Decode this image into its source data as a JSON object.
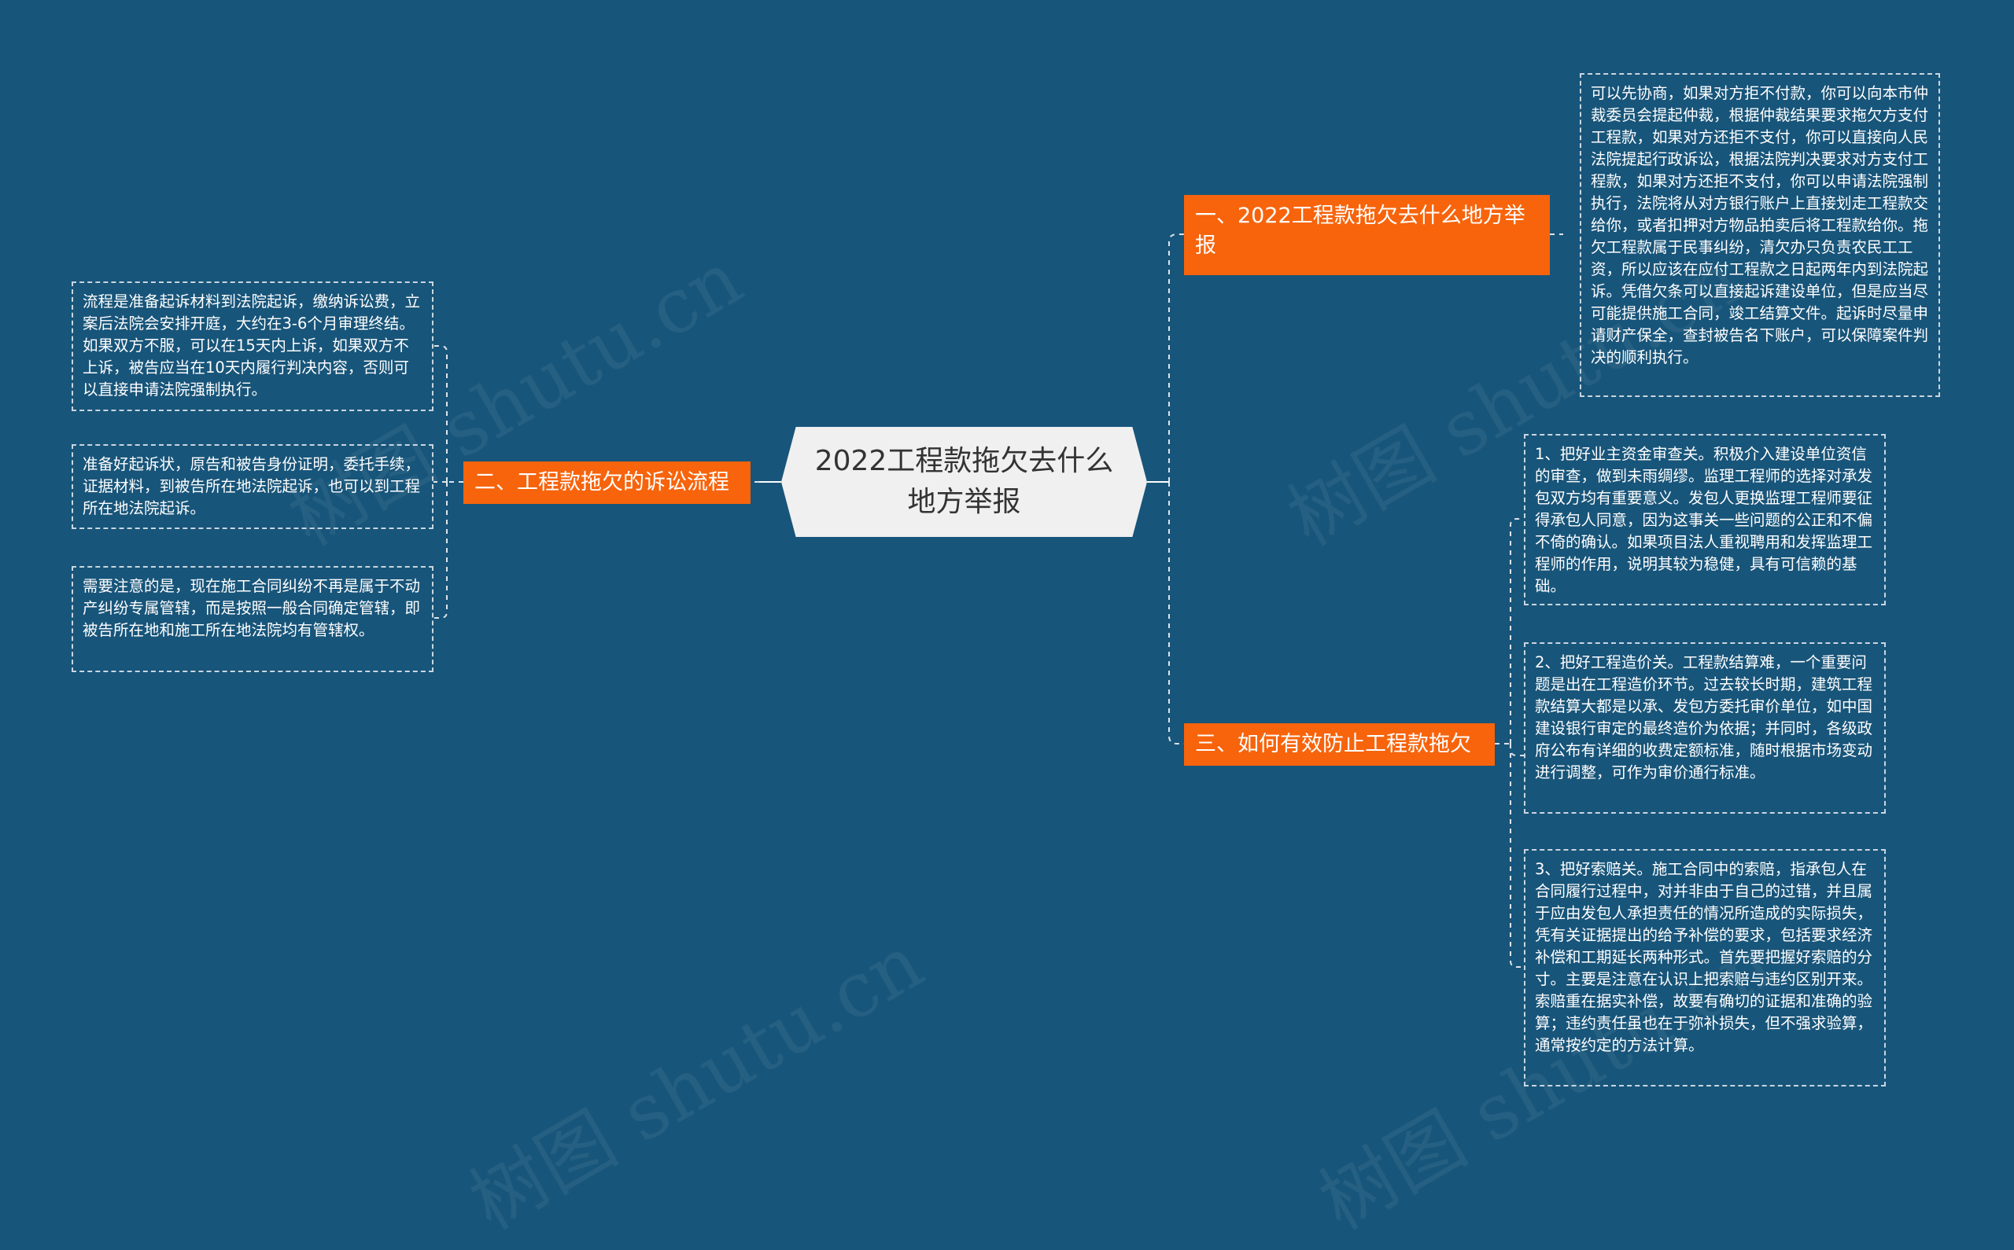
{
  "central": "2022工程款拖欠去什么地方举报",
  "watermark": "树图 shutu.cn",
  "branches": {
    "b1": {
      "label": "一、2022工程款拖欠去什么地方举报",
      "leaves": [
        "可以先协商，如果对方拒不付款，你可以向本市仲裁委员会提起仲裁，根据仲裁结果要求拖欠方支付工程款，如果对方还拒不支付，你可以直接向人民法院提起行政诉讼，根据法院判决要求对方支付工程款，如果对方还拒不支付，你可以申请法院强制执行，法院将从对方银行账户上直接划走工程款交给你，或者扣押对方物品拍卖后将工程款给你。拖欠工程款属于民事纠纷，清欠办只负责农民工工资，所以应该在应付工程款之日起两年内到法院起诉。凭借欠条可以直接起诉建设单位，但是应当尽可能提供施工合同，竣工结算文件。起诉时尽量申请财产保全，查封被告名下账户，可以保障案件判决的顺利执行。"
      ]
    },
    "b2": {
      "label": "二、工程款拖欠的诉讼流程",
      "leaves": [
        "流程是准备起诉材料到法院起诉，缴纳诉讼费，立案后法院会安排开庭，大约在3-6个月审理终结。如果双方不服，可以在15天内上诉，如果双方不上诉，被告应当在10天内履行判决内容，否则可以直接申请法院强制执行。",
        "准备好起诉状，原告和被告身份证明，委托手续，证据材料，到被告所在地法院起诉，也可以到工程所在地法院起诉。",
        "需要注意的是，现在施工合同纠纷不再是属于不动产纠纷专属管辖，而是按照一般合同确定管辖，即被告所在地和施工所在地法院均有管辖权。"
      ]
    },
    "b3": {
      "label": "三、如何有效防止工程款拖欠",
      "leaves": [
        "1、把好业主资金审查关。积极介入建设单位资信的审查，做到未雨绸缪。监理工程师的选择对承发包双方均有重要意义。发包人更换监理工程师要征得承包人同意，因为这事关一些问题的公正和不偏不倚的确认。如果项目法人重视聘用和发挥监理工程师的作用，说明其较为稳健，具有可信赖的基础。",
        "2、把好工程造价关。工程款结算难，一个重要问题是出在工程造价环节。过去较长时期，建筑工程款结算大都是以承、发包方委托审价单位，如中国建设银行审定的最终造价为依据；并同时，各级政府公布有详细的收费定额标准，随时根据市场变动进行调整，可作为审价通行标准。",
        "3、把好索赔关。施工合同中的索赔，指承包人在合同履行过程中，对并非由于自己的过错，并且属于应由发包人承担责任的情况所造成的实际损失，凭有关证据提出的给予补偿的要求，包括要求经济补偿和工期延长两种形式。首先要把握好索赔的分寸。主要是注意在认识上把索赔与违约区别开来。索赔重在据实补偿，故要有确切的证据和准确的验算；违约责任虽也在于弥补损失，但不强求验算，通常按约定的方法计算。"
      ]
    }
  }
}
